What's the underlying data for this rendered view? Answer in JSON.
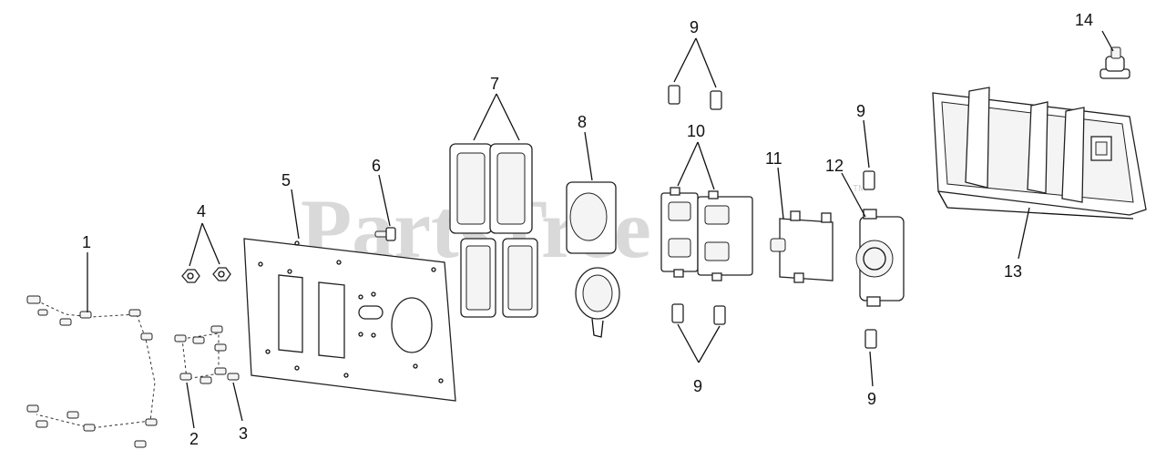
{
  "watermark": {
    "text": "PartsTree",
    "tm": "TM"
  },
  "callouts": {
    "c1": "1",
    "c2": "2",
    "c3": "3",
    "c4": "4",
    "c5": "5",
    "c6": "6",
    "c7": "7",
    "c8": "8",
    "c9_top": "9",
    "c9_right": "9",
    "c9_bottom": "9",
    "c9_rbottom": "9",
    "c10": "10",
    "c11": "11",
    "c12": "12",
    "c13": "13",
    "c14": "14"
  }
}
